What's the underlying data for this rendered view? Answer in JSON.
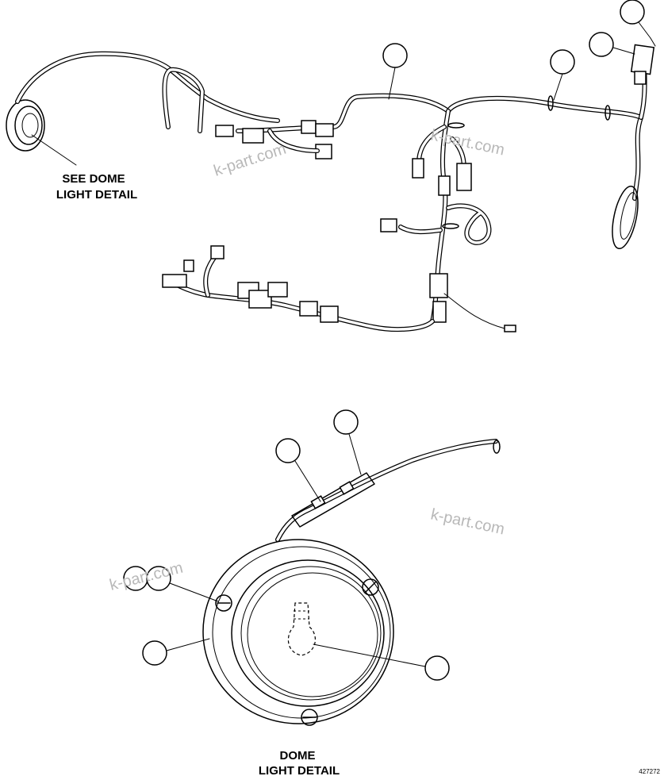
{
  "labels": {
    "see_dome_line1": "SEE DOME",
    "see_dome_line2": "LIGHT DETAIL",
    "dome_title_line1": "DOME",
    "dome_title_line2": "LIGHT DETAIL",
    "figure_code": "427272"
  },
  "watermarks": [
    "k-part.com",
    "k-part.com",
    "k-part.com",
    "k-part.com"
  ],
  "colors": {
    "line": "#000000",
    "background": "#ffffff",
    "watermark": "#b8b8b8"
  }
}
